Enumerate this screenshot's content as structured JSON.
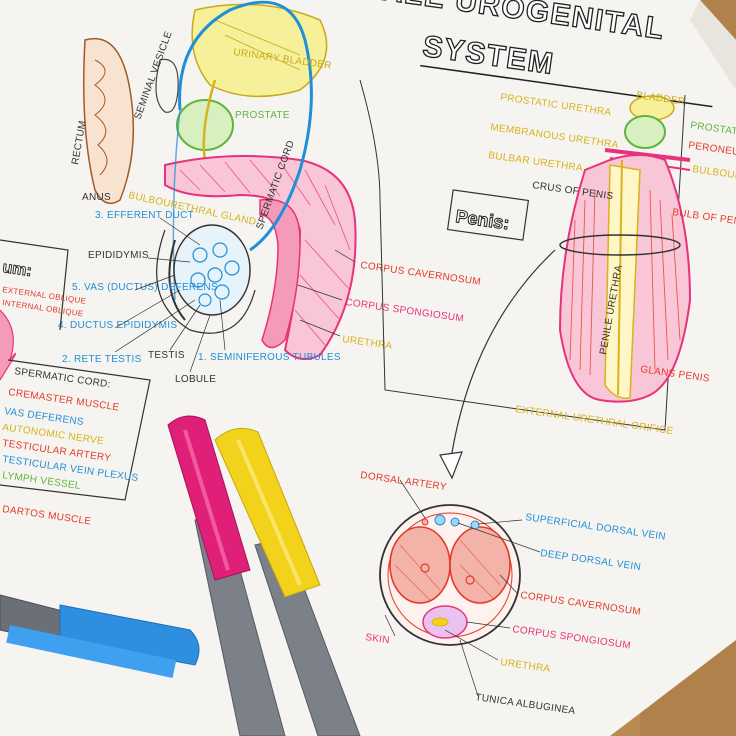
{
  "title": {
    "line1": "MALE UROGENITAL",
    "line2": "SYSTEM"
  },
  "penis_heading": "Penis:",
  "side_heading": "um:",
  "colors": {
    "paper": "#f6f4f1",
    "wood": "#b98a52",
    "ink": "#2b2b2b",
    "pink": "#e8327a",
    "red": "#e23a2a",
    "blue": "#1f8fd6",
    "yellow": "#d8b21a",
    "green": "#5fb53a",
    "marker_blue": "#2e8fe0",
    "marker_pink": "#e01f79",
    "marker_yellow": "#f2d21b"
  },
  "labels": {
    "urinary_bladder": "URINARY BLADDER",
    "seminal_vesicle": "SEMINAL VESICLE",
    "rectum": "RECTUM",
    "prostate": "PROSTATE",
    "anus": "ANUS",
    "bulbourethral_gland": "BULBOURETHRAL GLAND",
    "spermatic_cord": "SPERMATIC CORD",
    "efferent_duct": "3. EFFERENT DUCT",
    "epididymis": "EPIDIDYMIS",
    "vas_deferens": "5. VAS (DUCTUS) DEFERENS",
    "ductus_epididymis": "4. DUCTUS EPIDIDYMIS",
    "rete_testis": "2. RETE TESTIS",
    "testis": "TESTIS",
    "lobule": "LOBULE",
    "seminiferous_tubules": "1. SEMINIFEROUS TUBULES",
    "corpus_cavernosum": "CORPUS CAVERNOSUM",
    "corpus_spongiosum": "CORPUS SPONGIOSUM",
    "urethra": "URETHRA",
    "prostatic_urethra": "PROSTATIC URETHRA",
    "membranous_urethra": "MEMBRANOUS URETHRA",
    "bulbar_urethra": "BULBAR URETHRA",
    "bladder": "BLADDER",
    "prostate_right": "PROSTATE",
    "perineum_muscle": "PERONEUM MUSCLE",
    "bulbourethral_right": "BULBOURETHRAL GLAND",
    "crus_of_penis": "CRUS OF PENIS",
    "bulb_of_penis": "BULB OF PENIS",
    "penile_urethra": "PENILE URETHRA",
    "glans_penis": "GLANS PENIS",
    "external_urethral_orifice": "EXTERNAL URETHRAL ORIFICE",
    "dorsal_artery": "DORSAL ARTERY",
    "superficial_dorsal_vein": "SUPERFICIAL DORSAL VEIN",
    "deep_dorsal_vein": "DEEP DORSAL VEIN",
    "corpus_cavernosum_x": "CORPUS CAVERNOSUM",
    "corpus_spongiosum_x": "CORPUS SPONGIOSUM",
    "urethra_x": "URETHRA",
    "skin": "SKIN",
    "tunica_albuginea": "TUNICA ALBUGINEA",
    "spermatic_cord_box": "SPERMATIC CORD:",
    "cremaster_muscle": "CREMASTER MUSCLE",
    "vas_deferens_box": "VAS DEFERENS",
    "autonomic_nerve": "AUTONOMIC NERVE",
    "testicular_artery": "TESTICULAR ARTERY",
    "testicular_vein_plexus": "TESTICULAR VEIN PLEXUS",
    "lymph_vessel": "LYMPH VESSEL",
    "dartos_muscle": "DARTOS MUSCLE",
    "external_oblique": "EXTERNAL OBLIQUE",
    "internal_oblique": "INTERNAL OBLIQUE"
  }
}
